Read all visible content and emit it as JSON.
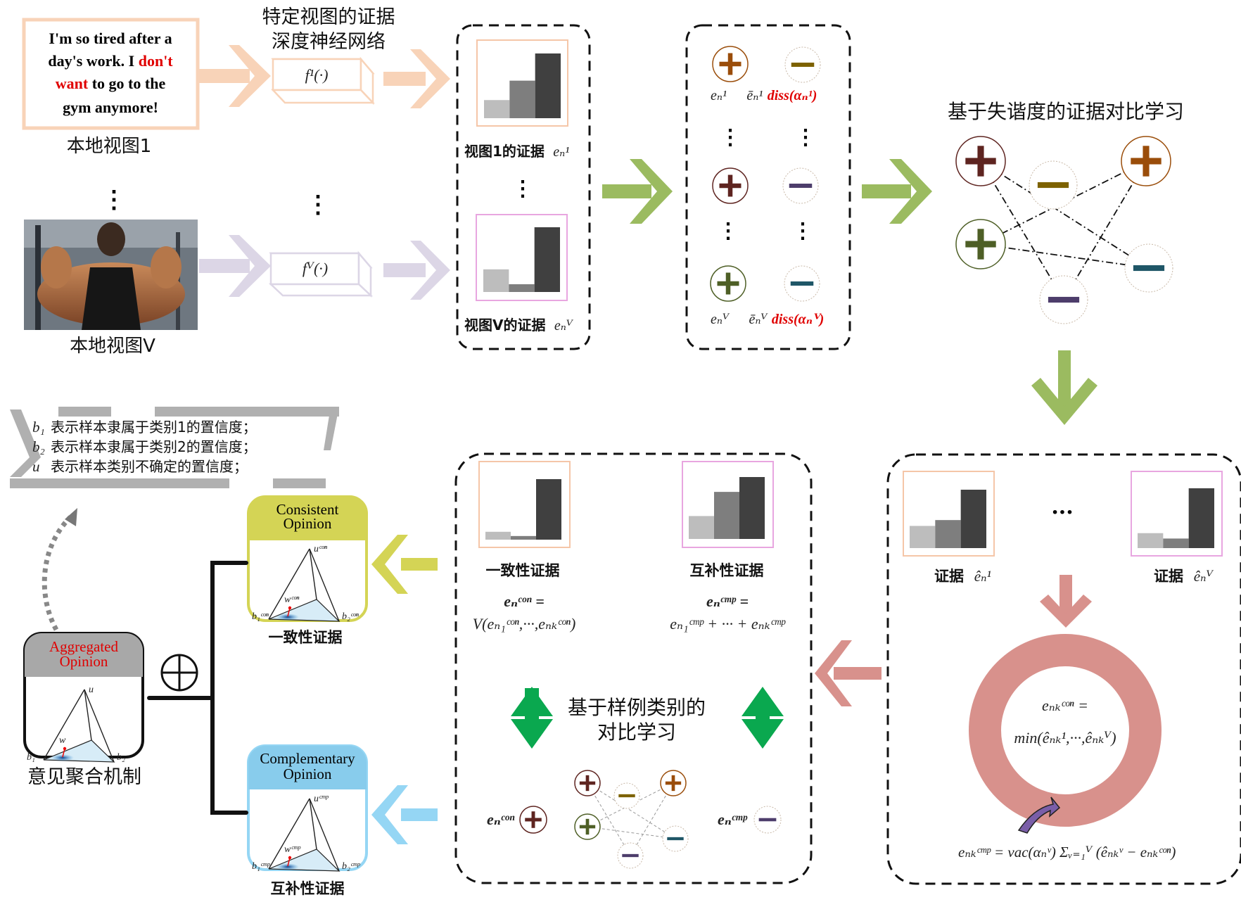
{
  "input_views": {
    "text_view": {
      "lines": [
        {
          "parts": [
            {
              "t": "I'm so tired after a",
              "hl": false
            }
          ]
        },
        {
          "parts": [
            {
              "t": "day's work. I ",
              "hl": false
            },
            {
              "t": "don't",
              "hl": true
            }
          ]
        },
        {
          "parts": [
            {
              "t": "want",
              "hl": true
            },
            {
              "t": " to go to the",
              "hl": false
            }
          ]
        },
        {
          "parts": [
            {
              "t": "gym anymore!",
              "hl": false
            }
          ]
        }
      ],
      "caption": "本地视图1"
    },
    "image_view": {
      "caption": "本地视图V",
      "image_desc_icon": "photo-muscular-man-gym"
    },
    "ellipsis": "⋮"
  },
  "networks": {
    "title_line1": "特定视图的证据",
    "title_line2": "深度神经网络",
    "f1": "f¹(·)",
    "fV": "fⱽ(·)"
  },
  "evidence_box": {
    "view1_label": "视图1的证据",
    "view1_math": "eₙ¹",
    "viewV_label": "视图V的证据",
    "viewV_math": "eₙⱽ",
    "view1_bars": [
      0.28,
      0.58,
      1.0
    ],
    "viewV_bars": [
      0.35,
      0.12,
      1.0
    ]
  },
  "pairs_box": {
    "pos1": "eₙ¹",
    "neg1": "ēₙ¹",
    "diss1": "diss(αₙ¹)",
    "posV": "eₙⱽ",
    "negV": "ēₙⱽ",
    "dissV": "diss(αₙⱽ)"
  },
  "graph_title": "基于失谐度的证据对比学习",
  "fused_box": {
    "ev1_label": "证据",
    "ev1_math": "êₙ¹",
    "evV_label": "证据",
    "evV_math": "êₙⱽ",
    "dots": "···",
    "ev1_bars": [
      0.38,
      0.48,
      1.0
    ],
    "evV_bars": [
      0.25,
      0.16,
      1.0
    ],
    "ring_line1": "eₙₖᶜᵒⁿ =",
    "ring_line2": "min(êₙₖ¹,···,êₙₖⱽ)",
    "cmp_formula": "eₙₖᶜᵐᵖ = vac(αₙᵛ) Σᵥ₌₁ⱽ (êₙₖᵛ − eₙₖᶜᵒⁿ)"
  },
  "contrast_box": {
    "con_label": "一致性证据",
    "cmp_label": "互补性证据",
    "con_bars": [
      0.13,
      0.06,
      1.0
    ],
    "cmp_bars": [
      0.37,
      0.76,
      1.0
    ],
    "con_eq1": "eₙᶜᵒⁿ =",
    "con_eq2": "V(eₙ₁ᶜᵒⁿ,···,eₙₖᶜᵒⁿ)",
    "cmp_eq1": "eₙᶜᵐᵖ =",
    "cmp_eq2": "eₙ₁ᶜᵐᵖ + ··· + eₙₖᶜᵐᵖ",
    "title_line1": "基于样例类别的",
    "title_line2": "对比学习",
    "e_con": "eₙᶜᵒⁿ",
    "e_cmp": "eₙᶜᵐᵖ"
  },
  "opinions": {
    "consistent": {
      "title1": "Consistent",
      "title2": "Opinion",
      "u": "uᶜᵒⁿ",
      "w": "wᶜᵒⁿ",
      "b1": "b₁ᶜᵒⁿ",
      "b2": "b₂ᶜᵒⁿ",
      "caption": "一致性证据",
      "color": "#d4d455"
    },
    "complementary": {
      "title1": "Complementary",
      "title2": "Opinion",
      "u": "uᶜᵐᵖ",
      "w": "wᶜᵐᵖ",
      "b1": "b₁ᶜᵐᵖ",
      "b2": "b₂ᶜᵐᵖ",
      "caption": "互补性证据",
      "color": "#88ccec"
    },
    "aggregated": {
      "title1": "Aggregated",
      "title2": "Opinion",
      "u": "u",
      "w": "w",
      "b1": "b₁",
      "b2": "b₂",
      "caption": "意见聚合机制",
      "color": "#a8a8a8"
    },
    "combine_symbol": "⊕"
  },
  "legend": {
    "items": [
      {
        "sym": "b₁",
        "text": "表示样本隶属于类别1的置信度；"
      },
      {
        "sym": "b₂",
        "text": "表示样本隶属于类别2的置信度；"
      },
      {
        "sym": "u",
        "text": "表示样本类别不确定的置信度；"
      }
    ]
  },
  "colors": {
    "peach": "#f8d3b8",
    "lavender": "#dcd6e6",
    "green": "#9bbb60",
    "pink": "#d8918c",
    "bright_green": "#0aa84f",
    "yellow": "#d4d455",
    "sky": "#95d6f4",
    "plus1": "#9a4d0a",
    "plus2": "#5e2420",
    "plus3": "#4e5f26",
    "minus1": "#7d6200",
    "minus2": "#4d3d6b",
    "minus3": "#1f5667"
  }
}
